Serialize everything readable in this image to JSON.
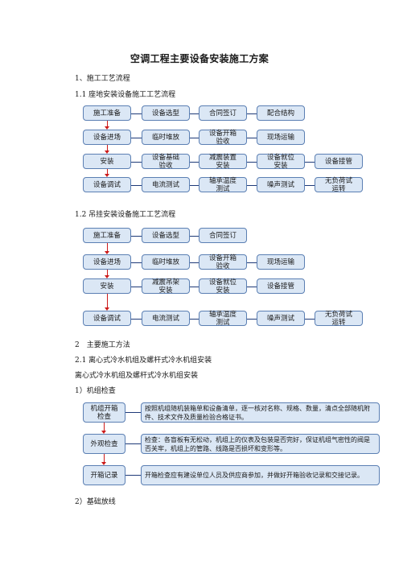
{
  "title": "空调工程主要设备安装施工方案",
  "s1": "1、施工工艺流程",
  "s11": "1.1 座地安装设备施工工艺流程",
  "flow1": [
    [
      "施工准备",
      "设备选型",
      "合同签订",
      "配合结构"
    ],
    [
      "设备进场",
      "临时堆放",
      "设备开箱\n验收",
      "现场运输"
    ],
    [
      "安装",
      "设备基础\n验收",
      "减震装置\n安装",
      "设备就位\n安装",
      "设备接管"
    ],
    [
      "设备调试",
      "电流测试",
      "轴承温度\n测试",
      "噪声测试",
      "无负荷试\n运转"
    ]
  ],
  "s12": "1.2 吊挂安装设备施工工艺流程",
  "flow2": [
    [
      "施工准备",
      "设备选型",
      "合同签订"
    ],
    [
      "设备进场",
      "临时堆放",
      "设备开箱\n验收",
      "现场运输"
    ],
    [
      "安装",
      "减震吊架\n安装",
      "设备就位\n安装",
      "设备接管"
    ],
    [
      "设备调试",
      "电流测试",
      "轴承温度\n测试",
      "噪声测试",
      "无负荷试\n运转"
    ]
  ],
  "s2": "2　主要施工方法",
  "s21": "2.1 离心式冷水机组及螺杆式冷水机组安装",
  "s21b": "离心式冷水机组及螺杆式冷水机组安装",
  "s211": "1）机组检查",
  "checks": [
    {
      "label": "机组开箱\n检查",
      "text": "按照机组随机装箱单和设备清单，逐一核对名称、规格、数量，清点全部随机附件、技术文件及质量检验合格证书。"
    },
    {
      "label": "外观检查",
      "text": "检查：各盲板有无松动，机组上的仪表及包装是否完好，保证机组气密性的阀是否关牢，机组上的管路、线路是否损坏和变形等。"
    },
    {
      "label": "开箱记录",
      "text": "开箱检查应有建设单位人员及供应商参加，并做好开箱验收记录和交接记录。"
    }
  ],
  "s212": "2）基础放线"
}
